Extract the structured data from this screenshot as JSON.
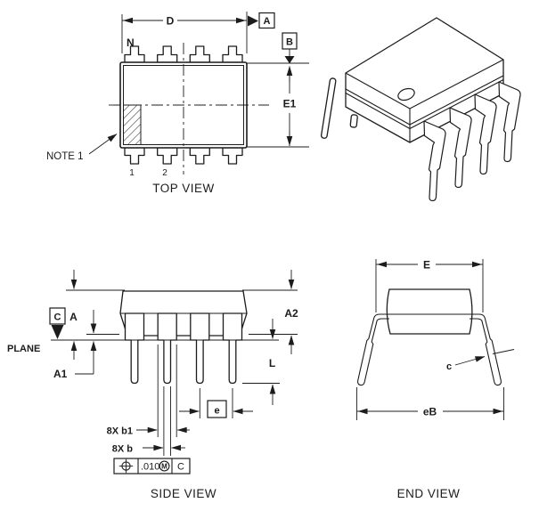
{
  "drawing": {
    "colors": {
      "line": "#1c1c1c",
      "background": "#ffffff"
    },
    "top_view": {
      "title": "TOP VIEW",
      "dim_d": "D",
      "datum_a": "A",
      "datum_b": "B",
      "pin_count_label": "N",
      "dim_e1": "E1",
      "note_label": "NOTE 1",
      "pin_1": "1",
      "pin_2": "2"
    },
    "side_view": {
      "title": "SIDE VIEW",
      "datum_c": "C",
      "plane_label": "PLANE",
      "dim_a": "A",
      "dim_a1": "A1",
      "dim_a2": "A2",
      "dim_l": "L",
      "dim_e_pitch": "e",
      "dim_b1": "8X b1",
      "dim_b": "8X b",
      "fcf": {
        "tolerance": ".010",
        "modifier": "M",
        "datum": "C"
      }
    },
    "end_view": {
      "title": "END VIEW",
      "dim_e": "E",
      "dim_c": "c",
      "dim_eb": "eB"
    }
  }
}
